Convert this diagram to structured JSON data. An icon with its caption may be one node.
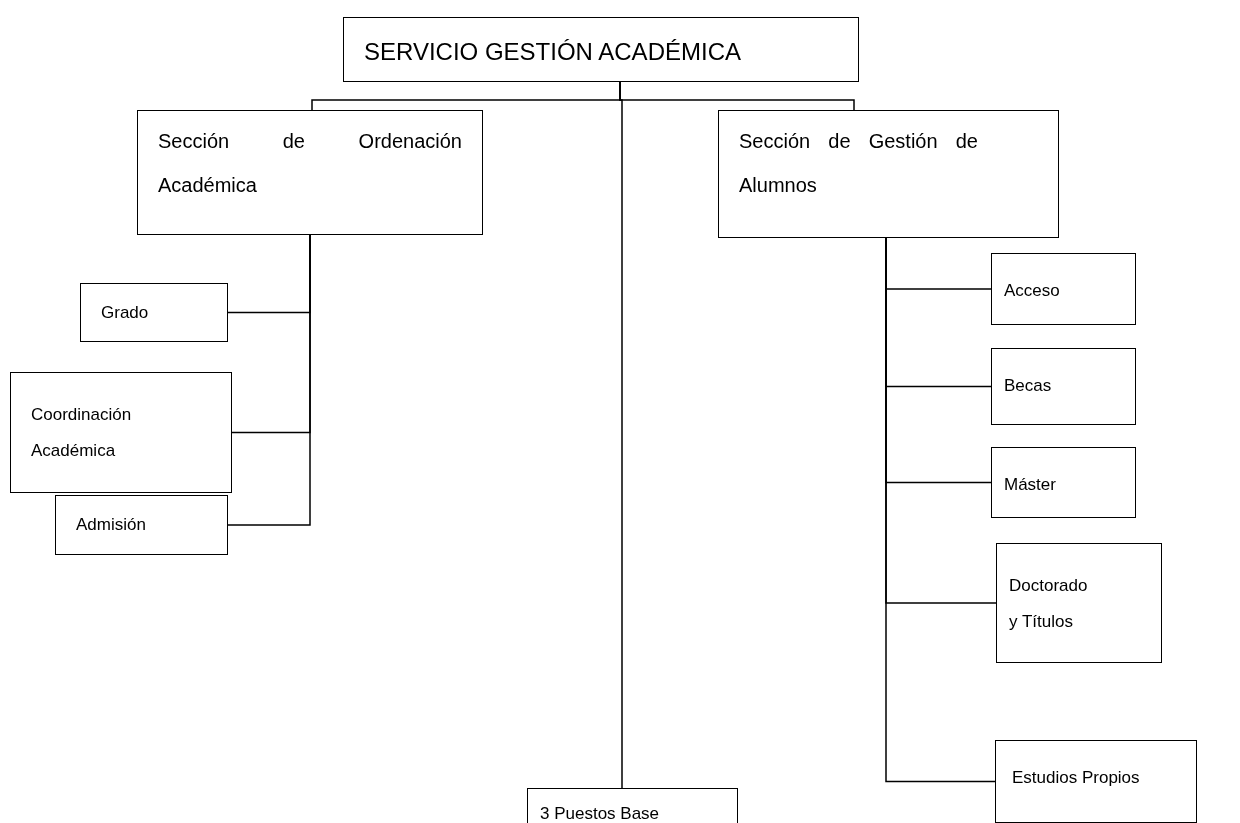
{
  "diagram": {
    "nodes": [
      {
        "text": [
          "SERVICIO GESTIÓN ACADÉMICA"
        ]
      },
      {
        "text": [
          "Sección de Ordenación Académica"
        ]
      },
      {
        "text": [
          "Sección de Gestión de Alumnos"
        ]
      },
      {
        "text": [
          "Grado"
        ]
      },
      {
        "text": [
          "Coordinación Académica"
        ]
      },
      {
        "text": [
          "Admisión"
        ]
      },
      {
        "text": [
          "Acceso"
        ]
      },
      {
        "text": [
          "Becas"
        ]
      },
      {
        "text": [
          "Máster"
        ]
      },
      {
        "text": [
          "Doctorado y Títulos"
        ]
      },
      {
        "text": [
          "Estudios Propios"
        ]
      },
      {
        "text": [
          "3 Puestos Base"
        ]
      }
    ],
    "edges": [
      {
        "from": 0,
        "to": 1,
        "arrow": "none"
      },
      {
        "from": 0,
        "to": 2,
        "arrow": "none"
      },
      {
        "from": 0,
        "to": 11,
        "arrow": "none"
      },
      {
        "from": 1,
        "to": 3,
        "arrow": "none"
      },
      {
        "from": 1,
        "to": 4,
        "arrow": "none"
      },
      {
        "from": 1,
        "to": 5,
        "arrow": "none"
      },
      {
        "from": 2,
        "to": 6,
        "arrow": "none"
      },
      {
        "from": 2,
        "to": 7,
        "arrow": "none"
      },
      {
        "from": 2,
        "to": 8,
        "arrow": "none"
      },
      {
        "from": 2,
        "to": 9,
        "arrow": "none"
      },
      {
        "from": 2,
        "to": 10,
        "arrow": "none"
      }
    ]
  }
}
